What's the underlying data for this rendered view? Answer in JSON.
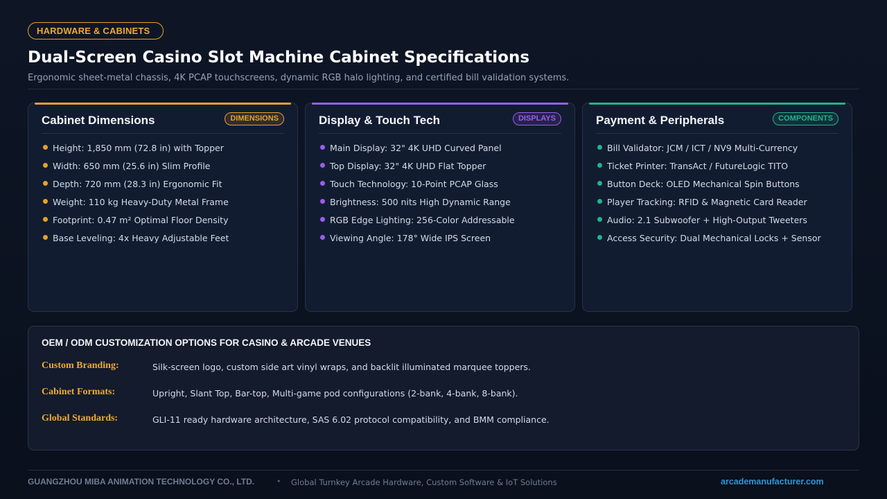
{
  "header": {
    "badge": "HARDWARE & CABINETS",
    "title": "Dual-Screen Casino Slot Machine Cabinet Specifications",
    "subtitle": "Ergonomic sheet-metal chassis, 4K PCAP touchscreens, dynamic RGB halo lighting, and certified bill validation systems."
  },
  "cards": [
    {
      "title": "Cabinet Dimensions",
      "badge": "DIMENSIONS",
      "accent": "#e8a02a",
      "items": [
        "Height: 1,850 mm (72.8 in) with Topper",
        "Width: 650 mm (25.6 in) Slim Profile",
        "Depth: 720 mm (28.3 in) Ergonomic Fit",
        "Weight: 110 kg Heavy-Duty Metal Frame",
        "Footprint: 0.47 m² Optimal Floor Density",
        "Base Leveling: 4x Heavy Adjustable Feet"
      ]
    },
    {
      "title": "Display & Touch Tech",
      "badge": "DISPLAYS",
      "accent": "#9b5cf0",
      "items": [
        "Main Display: 32\" 4K UHD Curved Panel",
        "Top Display: 32\" 4K UHD Flat Topper",
        "Touch Technology: 10-Point PCAP Glass",
        "Brightness: 500 nits High Dynamic Range",
        "RGB Edge Lighting: 256-Color Addressable",
        "Viewing Angle: 178° Wide IPS Screen"
      ]
    },
    {
      "title": "Payment & Peripherals",
      "badge": "COMPONENTS",
      "accent": "#1fb58a",
      "items": [
        "Bill Validator: JCM / ICT / NV9 Multi-Currency",
        "Ticket Printer: TransAct / FutureLogic TITO",
        "Button Deck: OLED Mechanical Spin Buttons",
        "Player Tracking: RFID & Magnetic Card Reader",
        "Audio: 2.1 Subwoofer + High-Output Tweeters",
        "Access Security: Dual Mechanical Locks + Sensor"
      ]
    }
  ],
  "oem": {
    "title": "OEM / ODM CUSTOMIZATION OPTIONS FOR CASINO & ARCADE VENUES",
    "rows": [
      {
        "label": "Custom Branding:",
        "value": "Silk-screen logo, custom side art vinyl wraps, and backlit illuminated marquee toppers."
      },
      {
        "label": "Cabinet Formats:",
        "value": "Upright, Slant Top, Bar-top, Multi-game pod configurations (2-bank, 4-bank, 8-bank)."
      },
      {
        "label": "Global Standards:",
        "value": "GLI-11 ready hardware architecture, SAS 6.02 protocol compatibility, and BMM compliance."
      }
    ]
  },
  "footer": {
    "company": "GUANGZHOU MIBA ANIMATION TECHNOLOGY CO., LTD.",
    "separator": "•",
    "tagline": "Global Turnkey Arcade Hardware, Custom Software & IoT Solutions",
    "link": "arcademanufacturer.com"
  }
}
